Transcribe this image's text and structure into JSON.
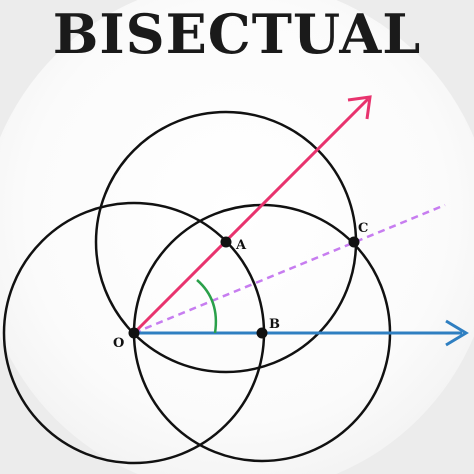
{
  "title": "BISECTUAL",
  "points": {
    "O": "O",
    "A": "A",
    "B": "B",
    "C": "C"
  },
  "colors": {
    "title": "#1a1a1a",
    "circles": "#111111",
    "upper_ray": "#e8336e",
    "lower_ray": "#2f7fc1",
    "bisector": "#c77df0",
    "angle_arc": "#2aa04a",
    "background": "#ffffff"
  },
  "icons": {
    "upper_ray_arrow": "arrow-head-icon",
    "lower_ray_arrow": "arrow-head-icon"
  }
}
